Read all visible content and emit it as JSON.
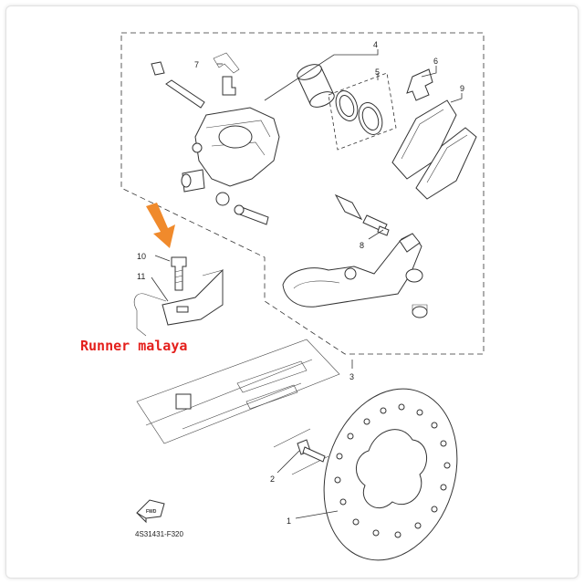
{
  "watermark": "Runner malaya",
  "diagram_code": "4S31431-F320",
  "fwd_label": "FWD",
  "callouts": [
    "1",
    "2",
    "3",
    "4",
    "5",
    "6",
    "7",
    "8",
    "9",
    "10",
    "11"
  ],
  "colors": {
    "arrow": "#f08a2c",
    "watermark": "#e4201c",
    "line": "#333333"
  }
}
